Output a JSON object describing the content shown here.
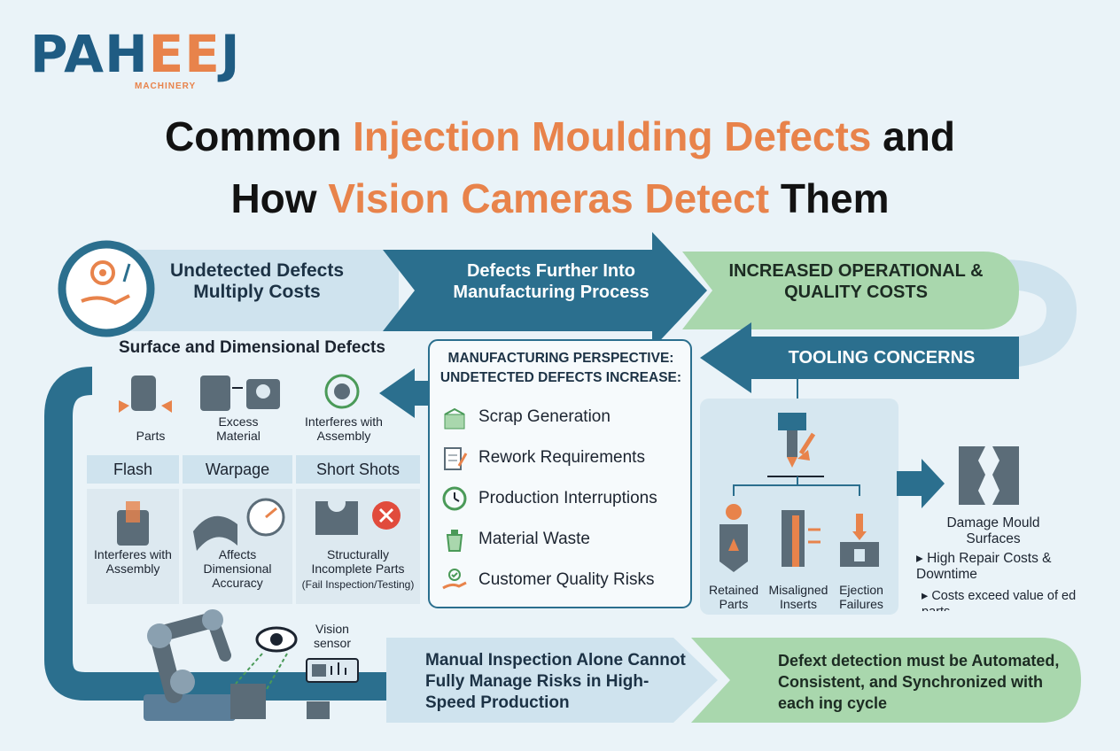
{
  "logo": {
    "brand": "PAHEEJ",
    "brand_left": "PAH",
    "brand_accent": "EE",
    "brand_right": "J",
    "sub": "MACHINERY"
  },
  "title": {
    "line1": {
      "pre": "Common ",
      "highlight": "Injection Moulding Defects",
      "post": " and"
    },
    "line2": {
      "pre": "How ",
      "highlight": "Vision Cameras Detect",
      "post": " Them"
    }
  },
  "flow": {
    "step1": "Undetected Defects Multiply Costs",
    "step2": "Defects Further Into Manufacturing Process",
    "step3": "INCREASED OPERATIONAL & QUALITY COSTS",
    "tooling": "TOOLING CONCERNS",
    "manual": "Manual Inspection Alone Cannot Fully Manage Risks in High-Speed Production",
    "automated": "Defext detection must be Automated, Consistent, and Synchronized with each ing cycle"
  },
  "surface": {
    "title": "Surface and Dimensional Defects",
    "icons": [
      "Parts",
      "Excess Material",
      "Interferes with Assembly"
    ],
    "columns": [
      {
        "head": "Flash",
        "caption": "Interferes with Assembly"
      },
      {
        "head": "Warpage",
        "caption": "Affects Dimensional Accuracy"
      },
      {
        "head": "Short Shots",
        "caption": "Structurally Incomplete Parts",
        "note": "(Fail Inspection/Testing)"
      }
    ]
  },
  "perspective": {
    "title": "MANUFACTURING PERSPECTIVE: UNDETECTED DEFECTS INCREASE:",
    "items": [
      "Scrap Generation",
      "Rework Requirements",
      "Production Interruptions",
      "Material Waste",
      "Customer Quality Risks"
    ]
  },
  "tooling": {
    "items": [
      "Retained Parts",
      "Misaligned Inserts",
      "Ejection Failures"
    ],
    "damage_title": "Damage Mould Surfaces",
    "bullets": [
      "High Repair Costs & Downtime",
      "Costs exceed value of ed parts"
    ]
  },
  "vision_label": "Vision sensor",
  "colors": {
    "blue": "#2b6f8e",
    "light_blue": "#cfe3ee",
    "green": "#a9d7ad",
    "orange": "#e8834b"
  }
}
